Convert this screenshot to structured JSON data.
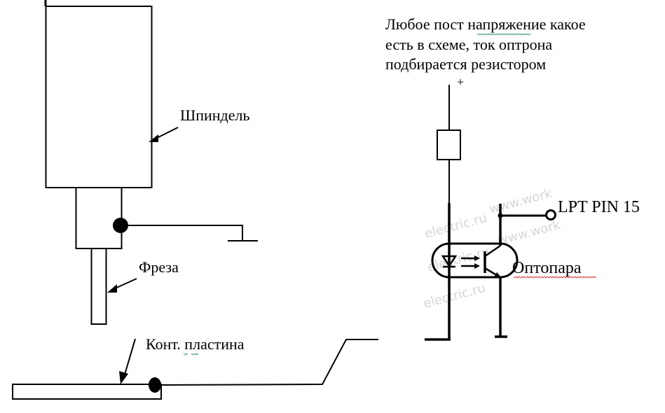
{
  "diagram": {
    "title": "Датчик длины инструмента (контактная пластина) через оптопару на LPT",
    "labels": {
      "spindle": "Шпиндель",
      "cutter": "Фреза",
      "plate": "Конт. пластина",
      "optocoupler": "Оптопара",
      "lpt_pin": "LPT PIN 15",
      "plus": "+",
      "supply_note": [
        "Любое пост напряжение какое",
        "есть в схеме, ток оптрона",
        "подбирается резистором"
      ]
    },
    "watermarks": [
      "electric.ru",
      "www.work",
      "electric.ru",
      "www.work",
      "electric.ru"
    ],
    "colors": {
      "line": "#000000",
      "background": "#ffffff",
      "watermark": "#c8c8c8",
      "spellcheck_green": "#2e8b57",
      "spellcheck_red": "#d42020"
    }
  }
}
